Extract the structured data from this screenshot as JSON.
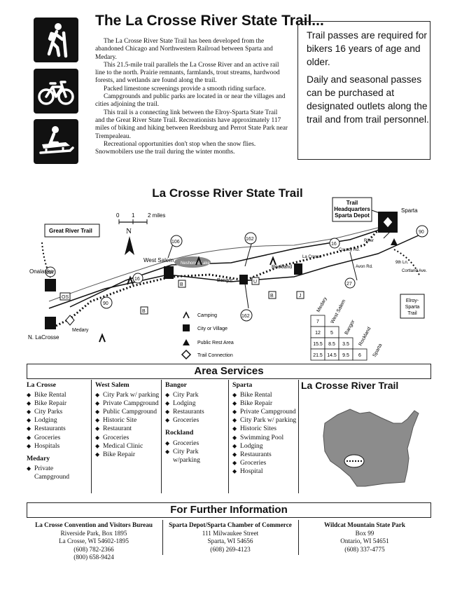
{
  "header": {
    "title": "The La Crosse River State Trail...",
    "icons": [
      "hiker-icon",
      "bicycle-icon",
      "snowmobile-icon"
    ]
  },
  "intro": {
    "p1": "The La Crosse River State Trail has been developed from the abandoned Chicago and Northwestern Railroad between Sparta and Medary.",
    "p2": "This 21.5-mile trail parallels the La Crosse River and an active rail line to the north. Prairie remnants, farmlands, trout streams, hardwood forests, and wetlands are found along the trail.",
    "p3": "Packed limestone screenings provide a smooth riding surface.",
    "p4": "Campgrounds and public parks are located in or near the villages and cities adjoining the trail.",
    "p5": "This trail is a connecting link between the Elroy-Sparta State Trail and the Great River State Trail. Recreationists have approximately 117 miles of biking and hiking between Reedsburg and Perrot State Park near Trempealeau.",
    "p6": "Recreational opportunities don't stop when the snow flies. Snowmobilers use the trail during the winter months."
  },
  "pass_box": {
    "p1": "Trail passes are required for bikers 16 years of age and older.",
    "p2": "Daily and seasonal passes can be purchased at designated outlets along the trail and from trail personnel."
  },
  "map": {
    "title": "La Crosse River State Trail",
    "scale_0": "0",
    "scale_1": "1",
    "scale_2": "2 miles",
    "north": "N",
    "great_river": "Great River Trail",
    "hq_1": "Trail",
    "hq_2": "Headquarters",
    "hq_3": "Sparta Depot",
    "elroy_1": "Elroy-",
    "elroy_2": "Sparta",
    "elroy_3": "Trail",
    "towns": {
      "onalaska": "Onalaska",
      "n_lacrosse": "N. LaCrosse",
      "medary": "Medary",
      "west_salem": "West Salem",
      "bangor": "Bangor",
      "rockland": "Rockland",
      "la_crosse": "La Crosse",
      "sparta": "Sparta",
      "neshonoc": "Neshonoc Lake",
      "avon": "Avon Rd.",
      "ninth": "9th Ln.",
      "cortland": "Cortland Ave.",
      "river": "River",
      "county_rd": "County Rd."
    },
    "routes": {
      "r157": "157",
      "os": "OS",
      "r90a": "90",
      "r16a": "16",
      "r106": "106",
      "r162a": "162",
      "r162b": "162",
      "r16b": "16",
      "r90b": "90",
      "r27": "27",
      "b1": "B",
      "b2": "B",
      "b3": "B",
      "u": "U",
      "j": "J"
    },
    "legend": {
      "camping": "Camping",
      "city": "City or Village",
      "rest": "Public Rest Area",
      "connection": "Trail Connection"
    },
    "distance": {
      "headers": [
        "Medary",
        "West Salem",
        "Bangor",
        "Rockland",
        "Sparta"
      ],
      "rows": [
        [
          "7"
        ],
        [
          "12",
          "5"
        ],
        [
          "15.5",
          "8.5",
          "3.5"
        ],
        [
          "21.5",
          "14.5",
          "9.5",
          "6"
        ]
      ]
    }
  },
  "services": {
    "title": "Area Services",
    "towns": [
      {
        "name": "La Crosse",
        "items": [
          "Bike Rental",
          "Bike Repair",
          "City Parks",
          "Lodging",
          "Restaurants",
          "Groceries",
          "Hospitals"
        ]
      },
      {
        "name": "Medary",
        "items": [
          "Private Campground"
        ]
      },
      {
        "name": "West Salem",
        "items": [
          "City Park w/ parking",
          "Private Campground",
          "Public Campground",
          "Historic Site",
          "Restaurant",
          "Groceries",
          "Medical Clinic",
          "Bike Repair"
        ]
      },
      {
        "name": "Bangor",
        "items": [
          "City Park",
          "Lodging",
          "Restaurants",
          "Groceries"
        ]
      },
      {
        "name": "Rockland",
        "items": [
          "Groceries",
          "City Park w/parking"
        ]
      },
      {
        "name": "Sparta",
        "items": [
          "Bike Rental",
          "Bike Repair",
          "Private Campground",
          "City Park w/ parking",
          "Historic Sites",
          "Swimming Pool",
          "Lodging",
          "Restaurants",
          "Groceries",
          "Hospital"
        ]
      }
    ],
    "state_map_title": "La Crosse River Trail"
  },
  "info": {
    "title": "For Further Information",
    "contacts": [
      {
        "org": "La Crosse Convention and Visitors Bureau",
        "lines": [
          "Riverside Park, Box 1895",
          "La Crosse, WI 54602-1895",
          "(608) 782-2366",
          "(800) 658-9424"
        ]
      },
      {
        "org": "Sparta Depot/Sparta Chamber of Commerce",
        "lines": [
          "111 Milwaukee Street",
          "Sparta, WI 54656",
          "(608) 269-4123"
        ]
      },
      {
        "org": "Wildcat Mountain State Park",
        "lines": [
          "Box 99",
          "Ontario, WI 54651",
          "(608) 337-4775"
        ]
      }
    ]
  }
}
